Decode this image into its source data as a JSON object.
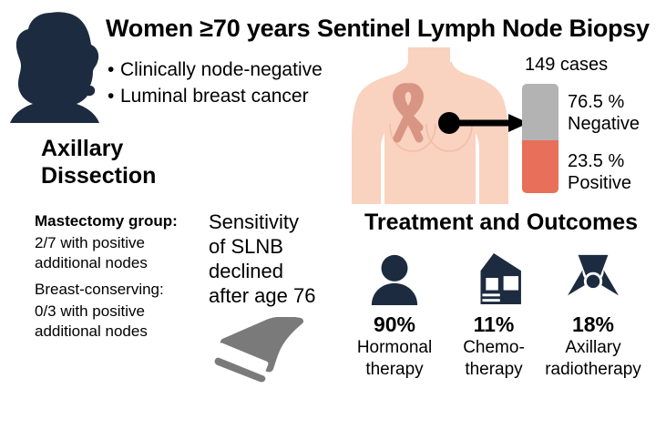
{
  "colors": {
    "navy": "#1d2b40",
    "skin": "#f9d2c0",
    "skin_shade": "#f2bda8",
    "ribbon": "#d99584",
    "bar_negative": "#b3b3b3",
    "bar_positive": "#e8705a",
    "gray_arrow": "#7a7a7a",
    "text": "#000000",
    "background": "#ffffff"
  },
  "header": {
    "title_left": "Women ≥70 years",
    "title_right": "Sentinel Lymph Node Biopsy",
    "head_icon": "woman-head-silhouette-icon",
    "bullets": [
      {
        "marker": "•",
        "text": "Clinically node-negative"
      },
      {
        "marker": "•",
        "text": "Luminal breast cancer"
      }
    ]
  },
  "axillary": {
    "title_line1": "Axillary",
    "title_line2": "Dissection",
    "mastectomy_label": "Mastectomy group:",
    "mastectomy_line1": "2/7 with positive",
    "mastectomy_line2": "additional nodes",
    "bcs_label": "Breast-conserving:",
    "bcs_line1": "0/3 with positive",
    "bcs_line2": "additional nodes"
  },
  "sensitivity": {
    "line1": "Sensitivity",
    "line2": "of SLNB",
    "line3": "declined",
    "line4": "after age 76",
    "icon": "downward-trend-arrow-icon"
  },
  "torso": {
    "icon": "female-torso-illustration",
    "ribbon_icon": "breast-cancer-awareness-ribbon-icon",
    "marker_icon": "sentinel-node-marker-dot",
    "arrow_icon": "right-arrow-icon"
  },
  "chart_data": {
    "type": "bar",
    "title": "149 cases",
    "cases_total": 149,
    "categories": [
      "Negative",
      "Positive"
    ],
    "values": [
      76.5,
      23.5
    ],
    "value_labels": [
      "76.5 %",
      "23.5 %"
    ],
    "unit": "%",
    "orientation": "vertical-stacked",
    "colors": [
      "#b3b3b3",
      "#e8705a"
    ],
    "legend": [
      {
        "percent": "76.5 %",
        "label": "Negative",
        "color": "#b3b3b3"
      },
      {
        "percent": "23.5 %",
        "label": "Positive",
        "color": "#e8705a"
      }
    ],
    "grid": false,
    "legend_position": "right"
  },
  "treatment": {
    "title": "Treatment and Outcomes",
    "items": [
      {
        "icon": "person-icon",
        "percent": "90%",
        "label_line1": "Hormonal",
        "label_line2": "therapy"
      },
      {
        "icon": "hospital-icon",
        "percent": "11%",
        "label_line1": "Chemo-",
        "label_line2": "therapy"
      },
      {
        "icon": "radiation-icon",
        "percent": "18%",
        "label_line1": "Axillary",
        "label_line2": "radiotherapy"
      }
    ]
  }
}
